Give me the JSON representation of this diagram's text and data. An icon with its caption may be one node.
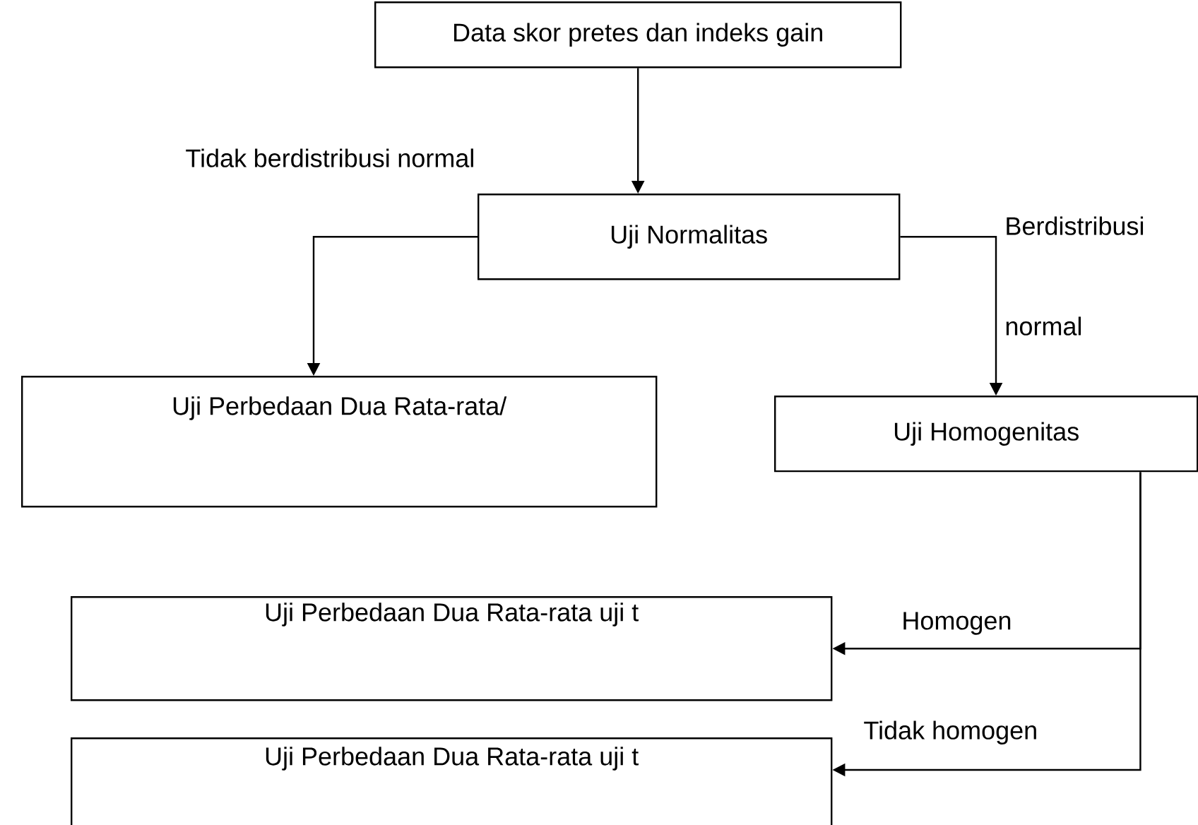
{
  "diagram": {
    "nodes": [
      {
        "text": [
          "Data skor pretes dan indeks gain"
        ]
      },
      {
        "text": [
          "Uji Normalitas"
        ]
      },
      {
        "text": [
          "Uji Perbedaan Dua Rata-rata/"
        ]
      },
      {
        "text": [
          "Uji Homogenitas"
        ]
      },
      {
        "text": [
          "Uji Perbedaan Dua Rata-rata uji t"
        ]
      },
      {
        "text": [
          "Uji Perbedaan Dua Rata-rata uji t"
        ]
      }
    ],
    "edges": [
      {
        "from": 0,
        "to": 1,
        "arrow": "to"
      },
      {
        "from": 1,
        "to": 2,
        "arrow": "to",
        "label": "Tidak berdistribusi normal"
      },
      {
        "from": 1,
        "to": 3,
        "arrow": "to",
        "label": "Berdistribusi normal"
      },
      {
        "from": 3,
        "to": 4,
        "arrow": "to",
        "label": "Homogen"
      },
      {
        "from": 3,
        "to": 5,
        "arrow": "to",
        "label": "Tidak homogen"
      }
    ]
  }
}
